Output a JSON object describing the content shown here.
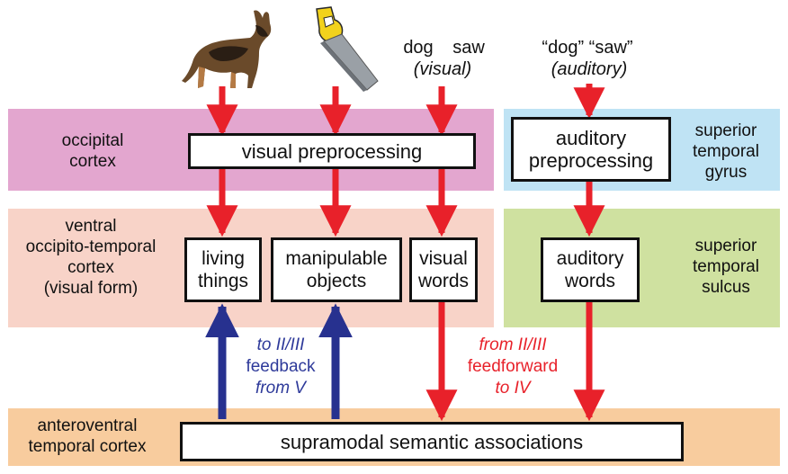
{
  "colors": {
    "occipital_band": "#e3a6cf",
    "superior_temporal_gyrus_band": "#bfe3f4",
    "ventral_band": "#f8d3c8",
    "superior_temporal_sulcus_band": "#cfe1a0",
    "anteroventral_band": "#f8cc9e",
    "feedforward_arrow": "#e8212a",
    "feedback_arrow": "#27318f",
    "feedback_text": "#2e3a9a",
    "feedforward_text": "#e8212a"
  },
  "icons": [
    "dog-image",
    "saw-image"
  ],
  "inputs": {
    "dog_word": "dog",
    "saw_word": "saw",
    "visual": "(visual)",
    "spoken_words": "“dog” “saw”",
    "auditory": "(auditory)"
  },
  "regions": {
    "occipital": [
      "occipital",
      "cortex"
    ],
    "superior_temporal_gyrus": [
      "superior",
      "temporal",
      "gyrus"
    ],
    "ventral": [
      "ventral",
      "occipito-temporal",
      "cortex",
      "(visual form)"
    ],
    "superior_temporal_sulcus": [
      "superior",
      "temporal",
      "sulcus"
    ],
    "anteroventral": [
      "anteroventral",
      "temporal cortex"
    ]
  },
  "boxes": {
    "visual_preprocessing": "visual preprocessing",
    "auditory_preprocessing": [
      "auditory",
      "preprocessing"
    ],
    "living_things": [
      "living",
      "things"
    ],
    "manipulable_objects": [
      "manipulable",
      "objects"
    ],
    "visual_words": [
      "visual",
      "words"
    ],
    "auditory_words": [
      "auditory",
      "words"
    ],
    "supramodal": "supramodal semantic associations"
  },
  "annotations": {
    "feedback": [
      "to II/III",
      "feedback",
      "from V"
    ],
    "feedforward": [
      "from II/III",
      "feedforward",
      "to IV"
    ]
  }
}
